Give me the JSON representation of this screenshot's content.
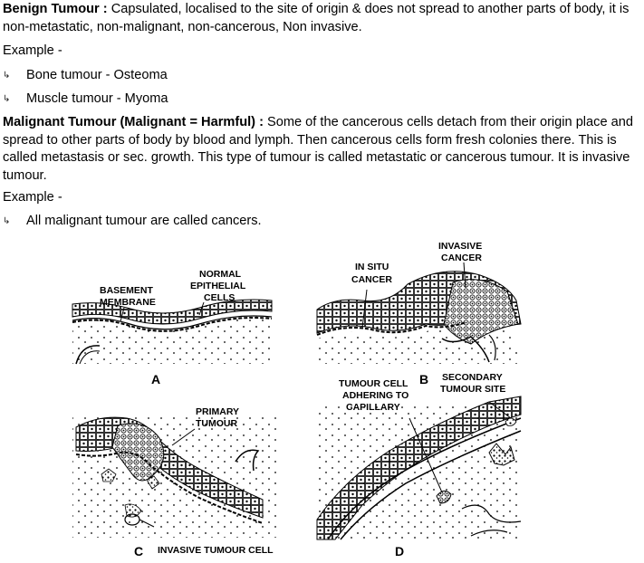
{
  "benign": {
    "heading": "Benign Tumour :",
    "text": " Capsulated, localised to the site of origin & does not spread to another parts of body, it is non-metastatic, non-malignant, non-cancerous, Non invasive."
  },
  "benign_example_label": "Example -",
  "benign_examples": [
    "Bone tumour - Osteoma",
    "Muscle tumour - Myoma"
  ],
  "malignant": {
    "heading": "Malignant Tumour (Malignant = Harmful) :",
    "text": " Some of the cancerous cells detach from their origin place and spread to other parts of body by blood and lymph. Then cancerous cells form fresh colonies there. This is called metastasis or sec. growth. This type of tumour is called metastatic or cancerous tumour. It is invasive tumour."
  },
  "malignant_example_label": "Example -",
  "malignant_examples": [
    "All malignant tumour are called cancers."
  ],
  "bullet_icon": "bullet-arrow-icon",
  "figure": {
    "panel_a": {
      "letter": "A",
      "label_basement_1": "BASEMENT",
      "label_basement_2": "MEMBRANE",
      "label_normal_1": "NORMAL",
      "label_normal_2": "EPITHELIAL",
      "label_normal_3": "CELLS"
    },
    "panel_b": {
      "letter": "B",
      "label_insitu_1": "IN SITU",
      "label_insitu_2": "CANCER",
      "label_invasive_1": "INVASIVE",
      "label_invasive_2": "CANCER"
    },
    "panel_c": {
      "letter": "C",
      "label_primary_1": "PRIMARY",
      "label_primary_2": "TUMOUR",
      "label_invasive_cell": "INVASIVE TUMOUR CELL"
    },
    "panel_d": {
      "letter": "D",
      "label_adhering_1": "TUMOUR CELL",
      "label_adhering_2": "ADHERING TO",
      "label_adhering_3": "CAPILLARY",
      "label_secondary_1": "SECONDARY",
      "label_secondary_2": "TUMOUR SITE"
    }
  }
}
